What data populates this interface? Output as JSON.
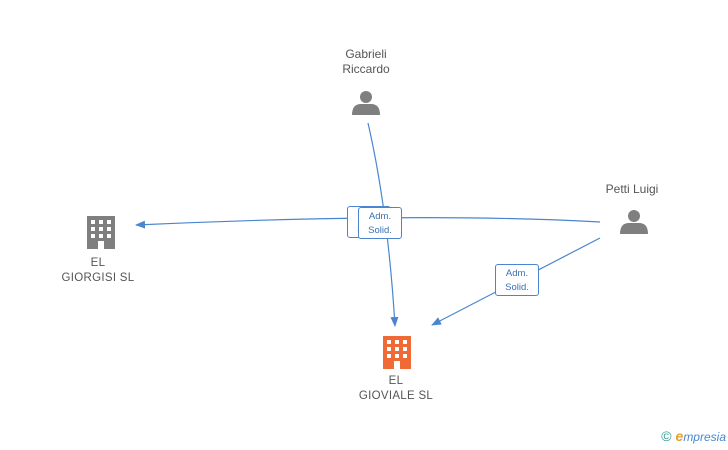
{
  "nodes": {
    "gabrieli": {
      "label": "Gabrieli\nRiccardo",
      "type": "person"
    },
    "petti": {
      "label": "Petti Luigi",
      "type": "person"
    },
    "giorgisi": {
      "label": "EL\nGIORGISI  SL",
      "type": "company"
    },
    "gioviale": {
      "label": "EL\nGIOVIALE  SL",
      "type": "company",
      "highlight": true
    }
  },
  "edges": [
    {
      "from": "gabrieli",
      "to": "gioviale",
      "label_line1": "Adm.",
      "label_line2": "Solid."
    },
    {
      "from": "petti",
      "to": "giorgisi",
      "label_line1": "Adm.",
      "label_line2": "Solid."
    },
    {
      "from": "petti",
      "to": "gioviale",
      "label_line1": "Adm.",
      "label_line2": "Solid."
    }
  ],
  "colors": {
    "edge": "#4a86cf",
    "person_icon": "#7f7f7f",
    "company_icon": "#7f7f7f",
    "highlight_company_icon": "#f06a35"
  },
  "brand": {
    "copyright": "©",
    "initial": "e",
    "name": "mpresia"
  }
}
